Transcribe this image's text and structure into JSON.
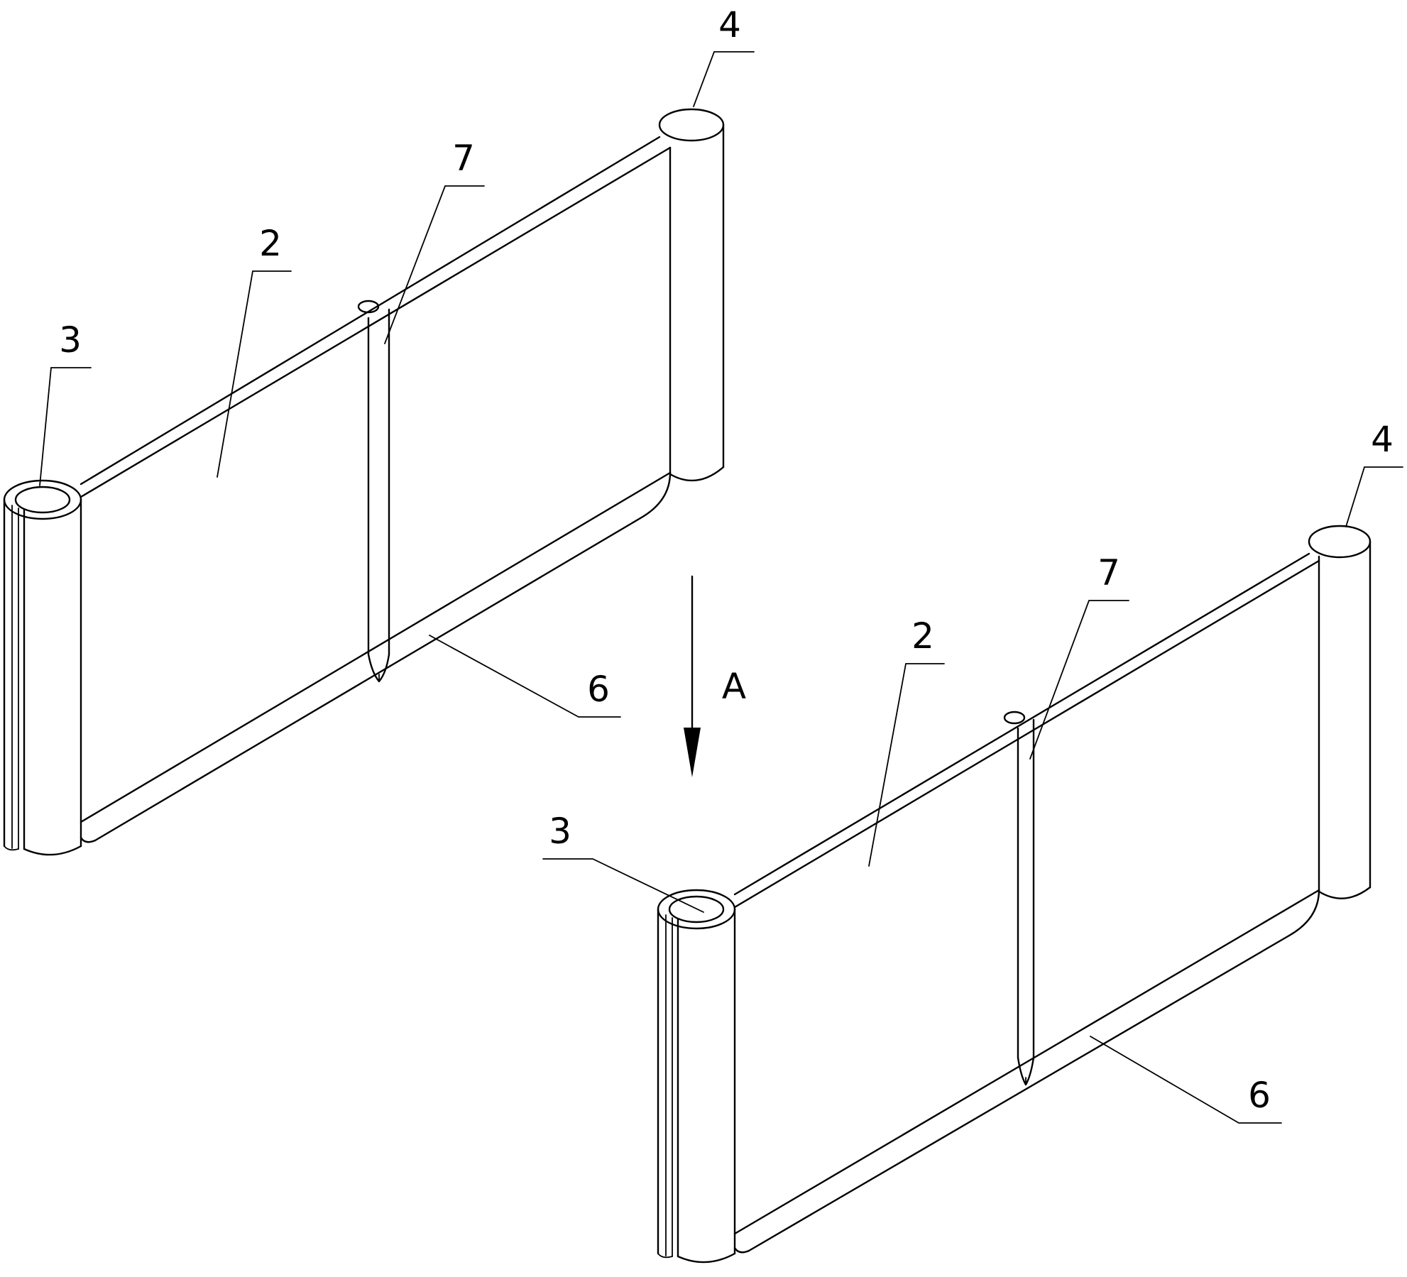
{
  "colors": {
    "line": "#000000",
    "background": "#ffffff"
  },
  "labels": {
    "top_panel": {
      "part_2": "2",
      "part_3": "3",
      "part_4": "4",
      "part_6": "6",
      "part_7": "7"
    },
    "bottom_panel": {
      "part_2": "2",
      "part_3": "3",
      "part_4": "4",
      "part_6": "6",
      "part_7": "7"
    },
    "arrow": "A"
  }
}
